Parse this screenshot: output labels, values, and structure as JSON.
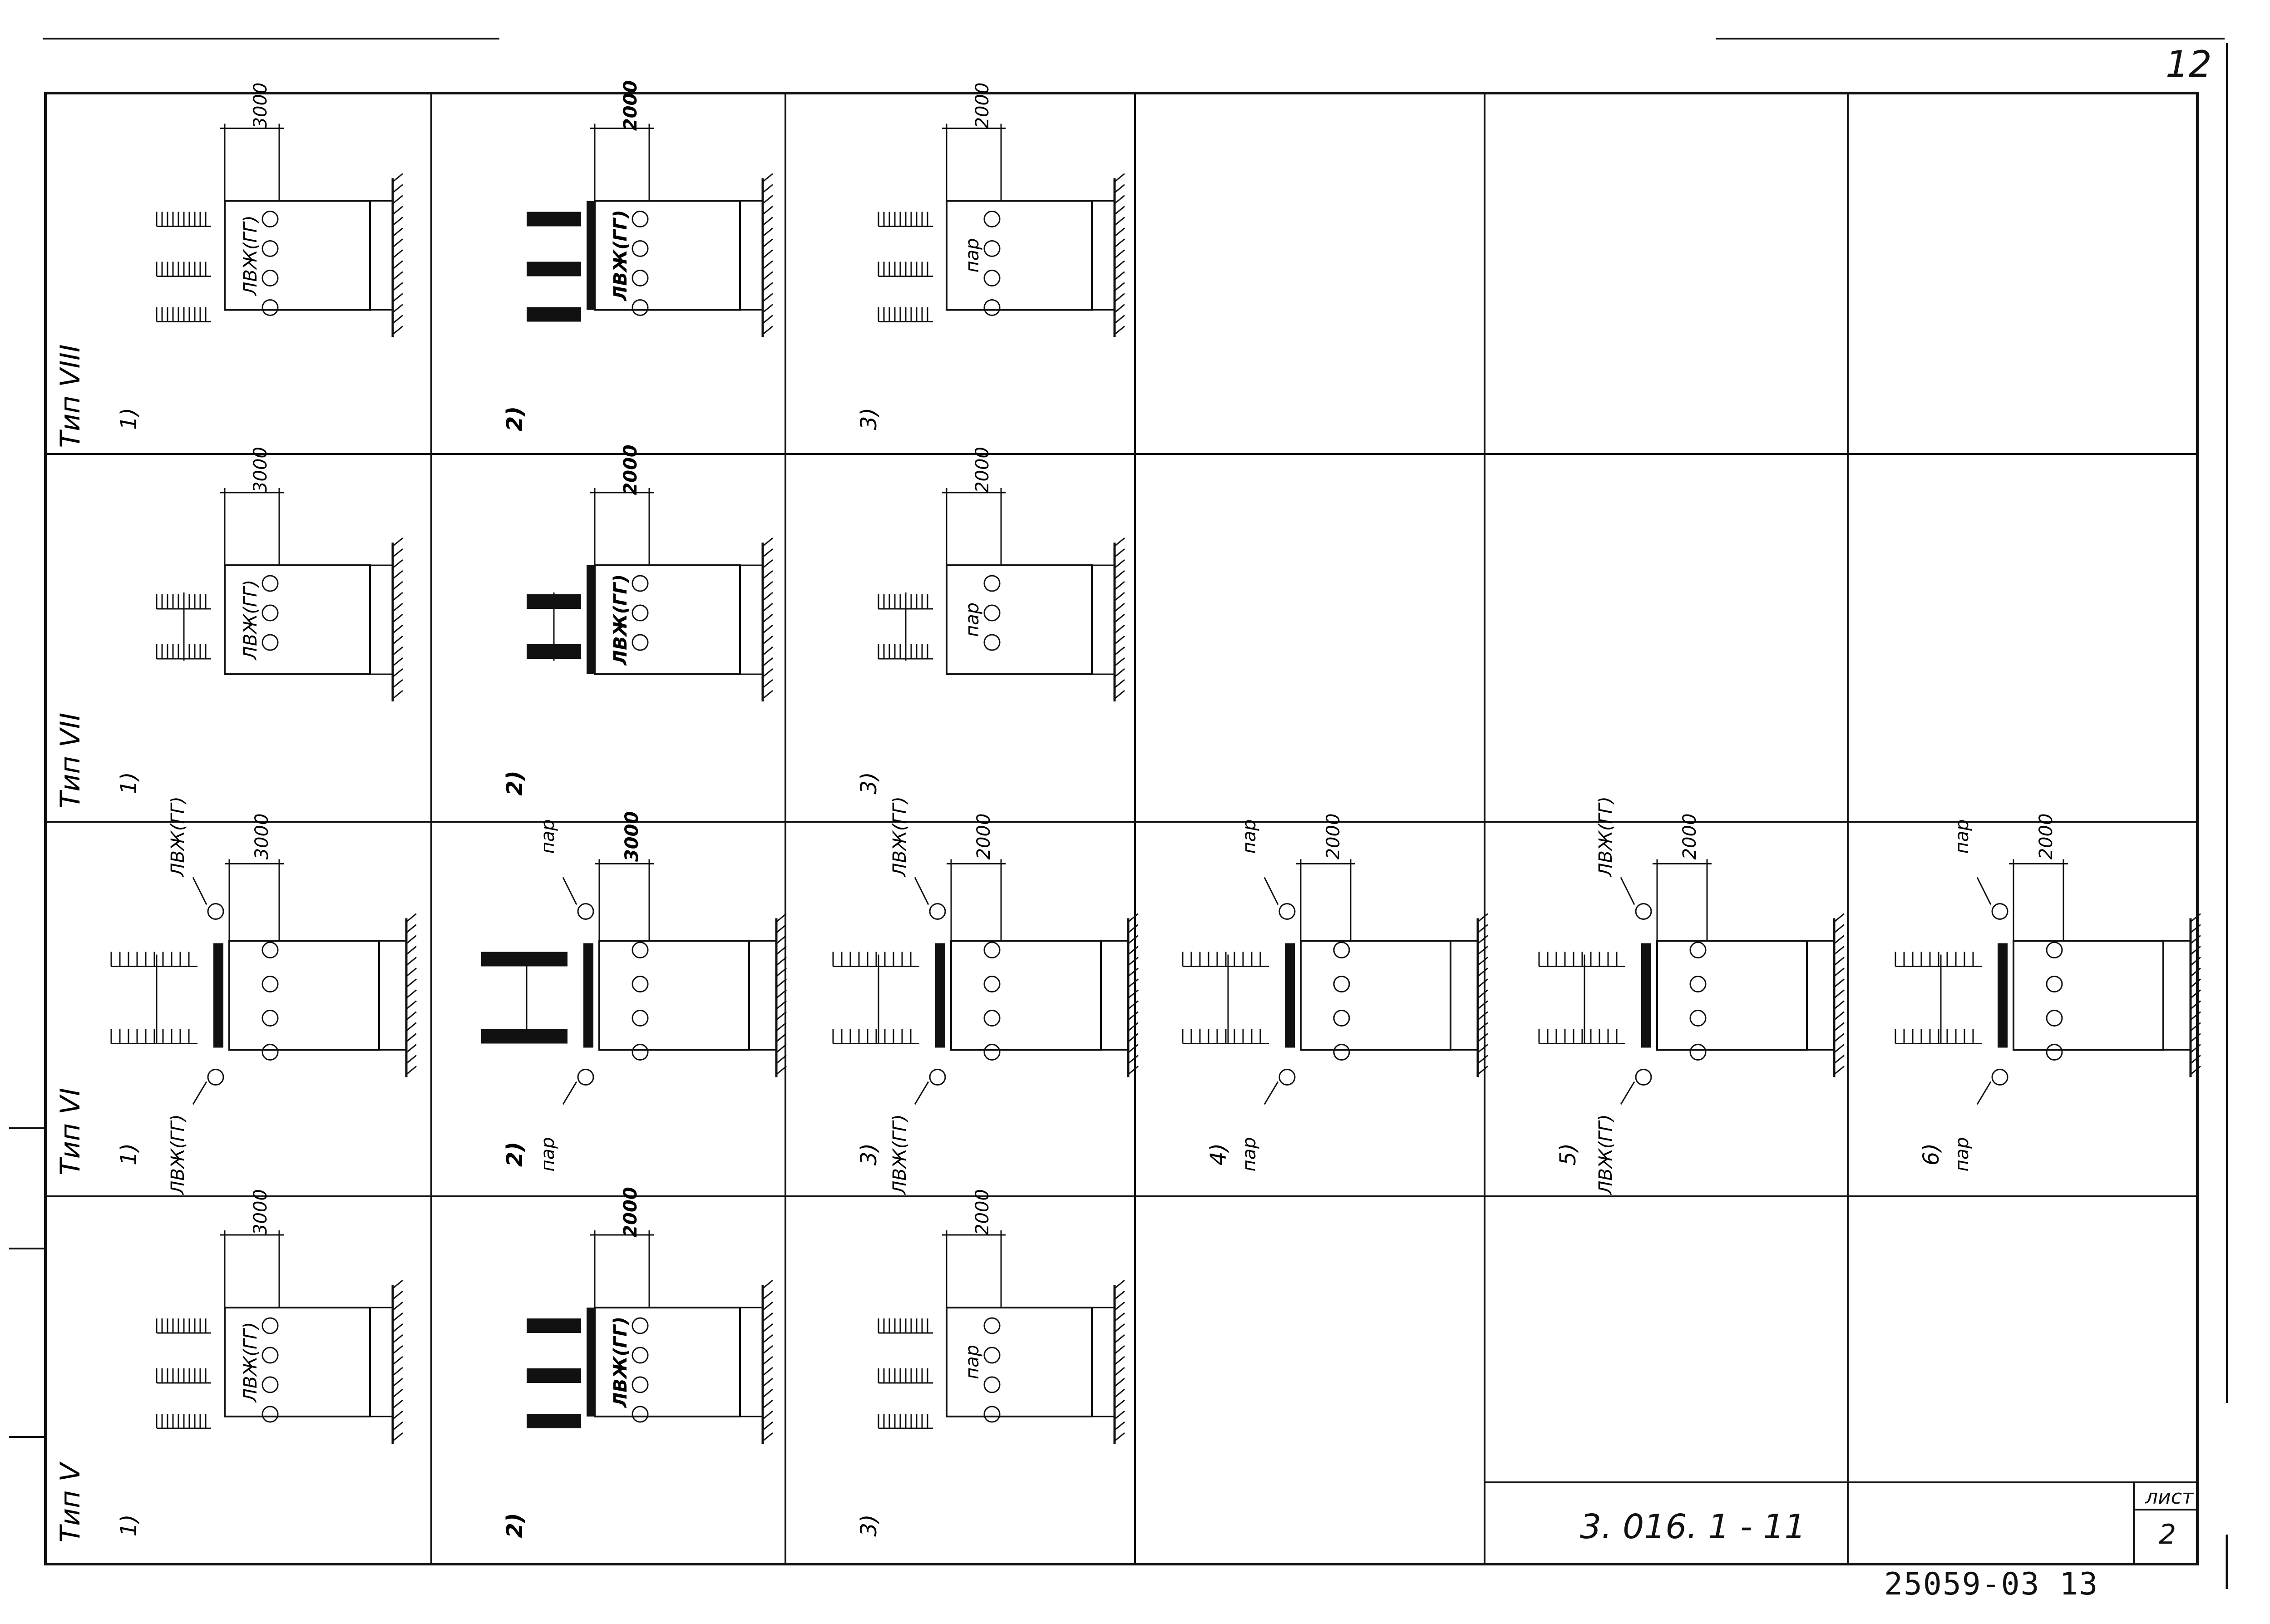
{
  "page": {
    "number": "12"
  },
  "stamp": "25059-03 13",
  "title_block": {
    "document_code": "3. 016. 1 - 11",
    "sheet_label": "лист",
    "sheet_number": "2"
  },
  "columns_order": [
    "viii",
    "vii",
    "vi",
    "v"
  ],
  "types": [
    {
      "id": "viii",
      "title": "Тип VIII",
      "variants": [
        {
          "number": "1)",
          "dim": "3000",
          "label": "ЛВЖ(ГГ)",
          "dark": false,
          "pipes": 4
        },
        {
          "number": "2)",
          "dim": "2000",
          "label": "ЛВЖ(ГГ)",
          "dark": true,
          "pipes": 4
        },
        {
          "number": "3)",
          "dim": "2000",
          "label": "пар",
          "dark": false,
          "pipes": 4
        }
      ]
    },
    {
      "id": "vii",
      "title": "Тип VII",
      "variants": [
        {
          "number": "1)",
          "dim": "3000",
          "label": "ЛВЖ(ГГ)",
          "dark": false,
          "pipes": 3
        },
        {
          "number": "2)",
          "dim": "2000",
          "label": "ЛВЖ(ГГ)",
          "dark": true,
          "pipes": 3
        },
        {
          "number": "3)",
          "dim": "2000",
          "label": "пар",
          "dark": false,
          "pipes": 3
        }
      ]
    },
    {
      "id": "vi",
      "title": "Тип VI",
      "variants": [
        {
          "number": "1)",
          "dim": "3000",
          "label_top": "ЛВЖ(ГГ)",
          "label_bottom": "ЛВЖ(ГГ)",
          "dark": false
        },
        {
          "number": "2)",
          "dim": "3000",
          "label_top": "пар",
          "label_bottom": "пар",
          "dark": true
        },
        {
          "number": "3)",
          "dim": "2000",
          "label_top": "ЛВЖ(ГГ)",
          "label_bottom": "ЛВЖ(ГГ)",
          "dark": false
        },
        {
          "number": "4)",
          "dim": "2000",
          "label_top": "пар",
          "label_bottom": "пар",
          "dark": false
        },
        {
          "number": "5)",
          "dim": "2000",
          "label_top": "ЛВЖ(ГГ)",
          "label_bottom": "ЛВЖ(ГГ)",
          "dark": false
        },
        {
          "number": "6)",
          "dim": "2000",
          "label_top": "пар",
          "label_bottom": "пар",
          "dark": false
        }
      ]
    },
    {
      "id": "v",
      "title": "Тип V",
      "variants": [
        {
          "number": "1)",
          "dim": "3000",
          "label": "ЛВЖ(ГГ)",
          "dark": false
        },
        {
          "number": "2)",
          "dim": "2000",
          "label": "ЛВЖ(ГГ)",
          "dark": true
        },
        {
          "number": "3)",
          "dim": "2000",
          "label": "пар",
          "dark": false
        }
      ]
    }
  ]
}
